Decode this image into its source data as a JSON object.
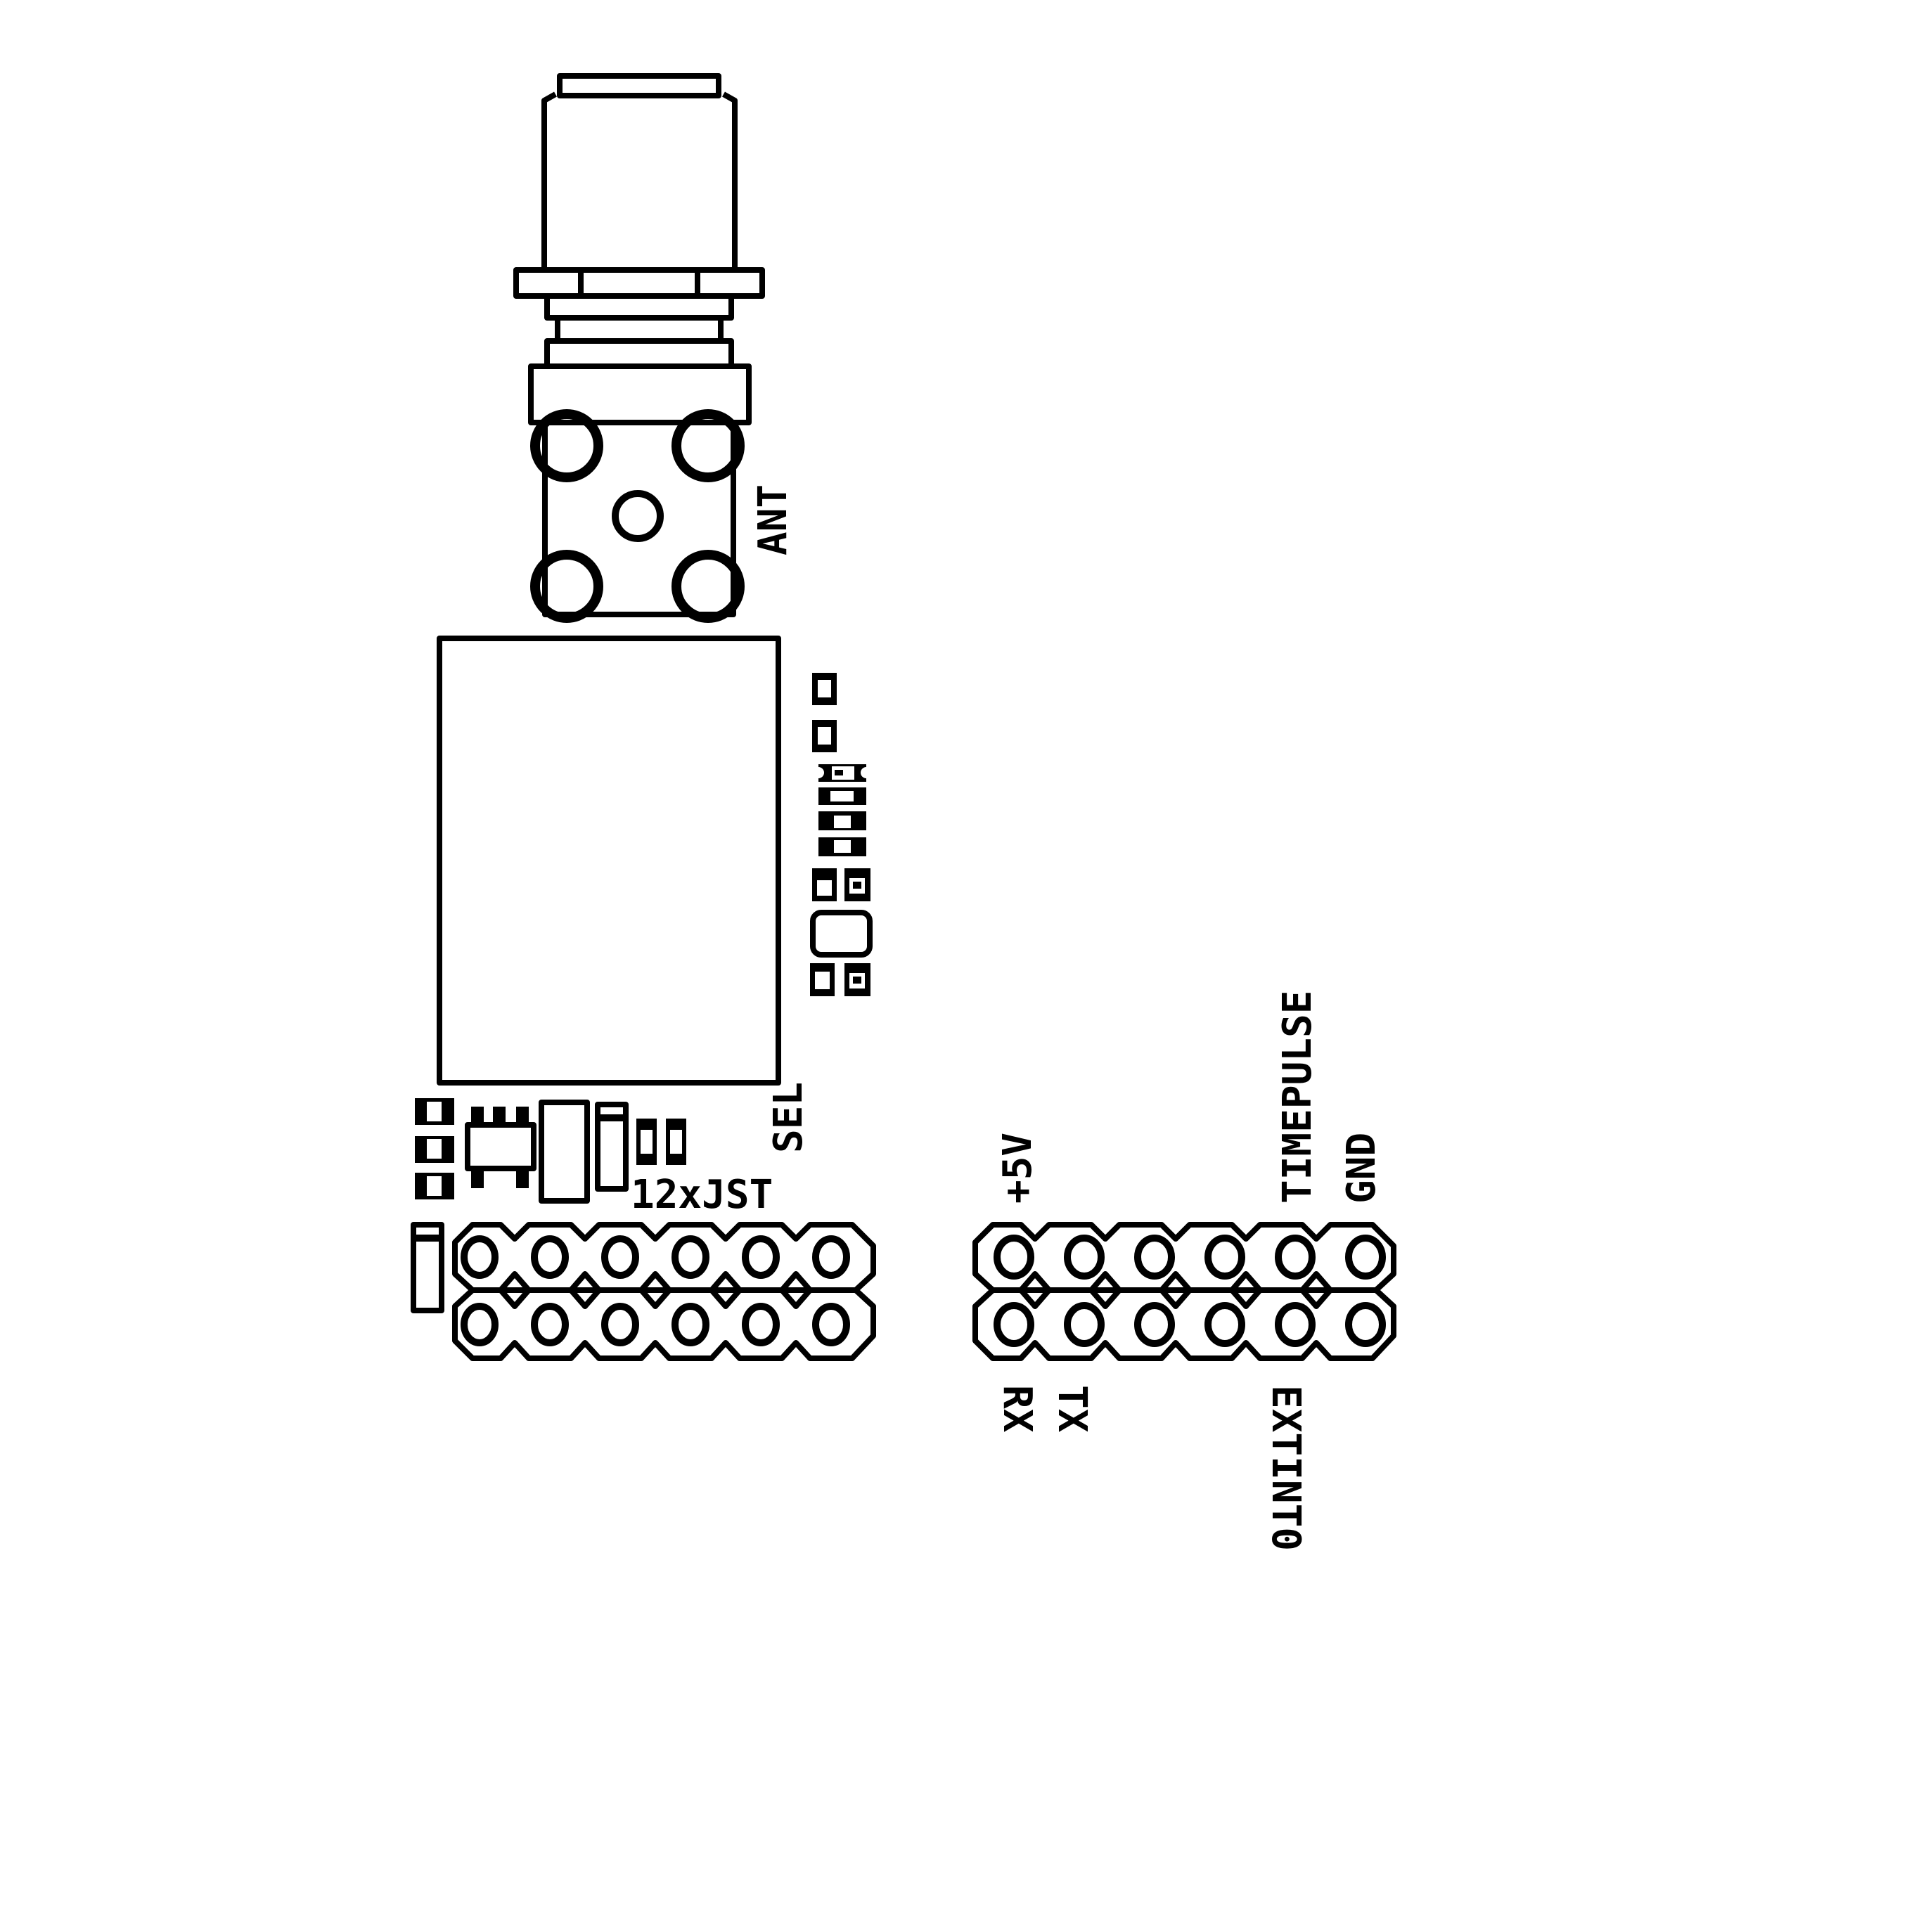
{
  "diagram": {
    "type": "pcb-silkscreen",
    "colors": {
      "background": "#ffffff",
      "ink": "#000000"
    },
    "labels": {
      "antenna": "ANT",
      "select": "SEL",
      "left_header": "12xJST",
      "pin_5v": "+5V",
      "pin_timepulse": "TIMEPULSE",
      "pin_gnd": "GND",
      "pin_rx": "RX",
      "pin_tx": "TX",
      "pin_extint": "EXTINT0"
    },
    "components": {
      "antenna_connector": "SMA edge connector",
      "gps_module": "module outline",
      "left_header_pins": 12,
      "right_header_pins": 12,
      "header_rows": 2,
      "header_cols": 6
    }
  }
}
